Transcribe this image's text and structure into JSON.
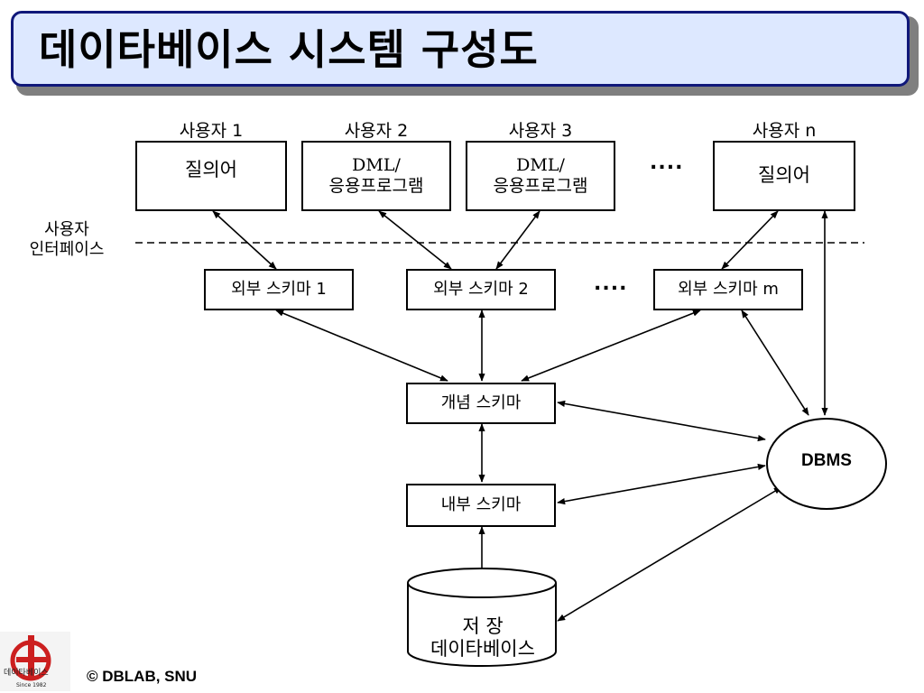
{
  "title": "데이타베이스 시스템 구성도",
  "users": [
    {
      "label": "사용자  1",
      "box": {
        "line1": "질의어",
        "line2": ""
      }
    },
    {
      "label": "사용자  2",
      "box": {
        "line1": "DML/",
        "line2": "응용프로그램"
      }
    },
    {
      "label": "사용자  3",
      "box": {
        "line1": "DML/",
        "line2": "응용프로그램"
      }
    },
    {
      "label": "사용자  n",
      "box": {
        "line1": "질의어",
        "line2": ""
      }
    }
  ],
  "ellipsis": "....",
  "user_interface": {
    "line1": "사용자",
    "line2": "인터페이스"
  },
  "external_schemas": [
    "외부 스키마 1",
    "외부 스키마 2",
    "외부 스키마 m"
  ],
  "conceptual_schema": "개념 스키마",
  "internal_schema": "내부 스키마",
  "dbms": "DBMS",
  "storage": {
    "line1": "저 장",
    "line2": "데이타베이스"
  },
  "logo_text": "데이타베이스",
  "logo_since": "Since 1982",
  "copyright": "© DBLAB, SNU",
  "colors": {
    "title_bg": "#dde8ff",
    "title_border": "#10187a",
    "logo_red": "#cc1f1f"
  }
}
